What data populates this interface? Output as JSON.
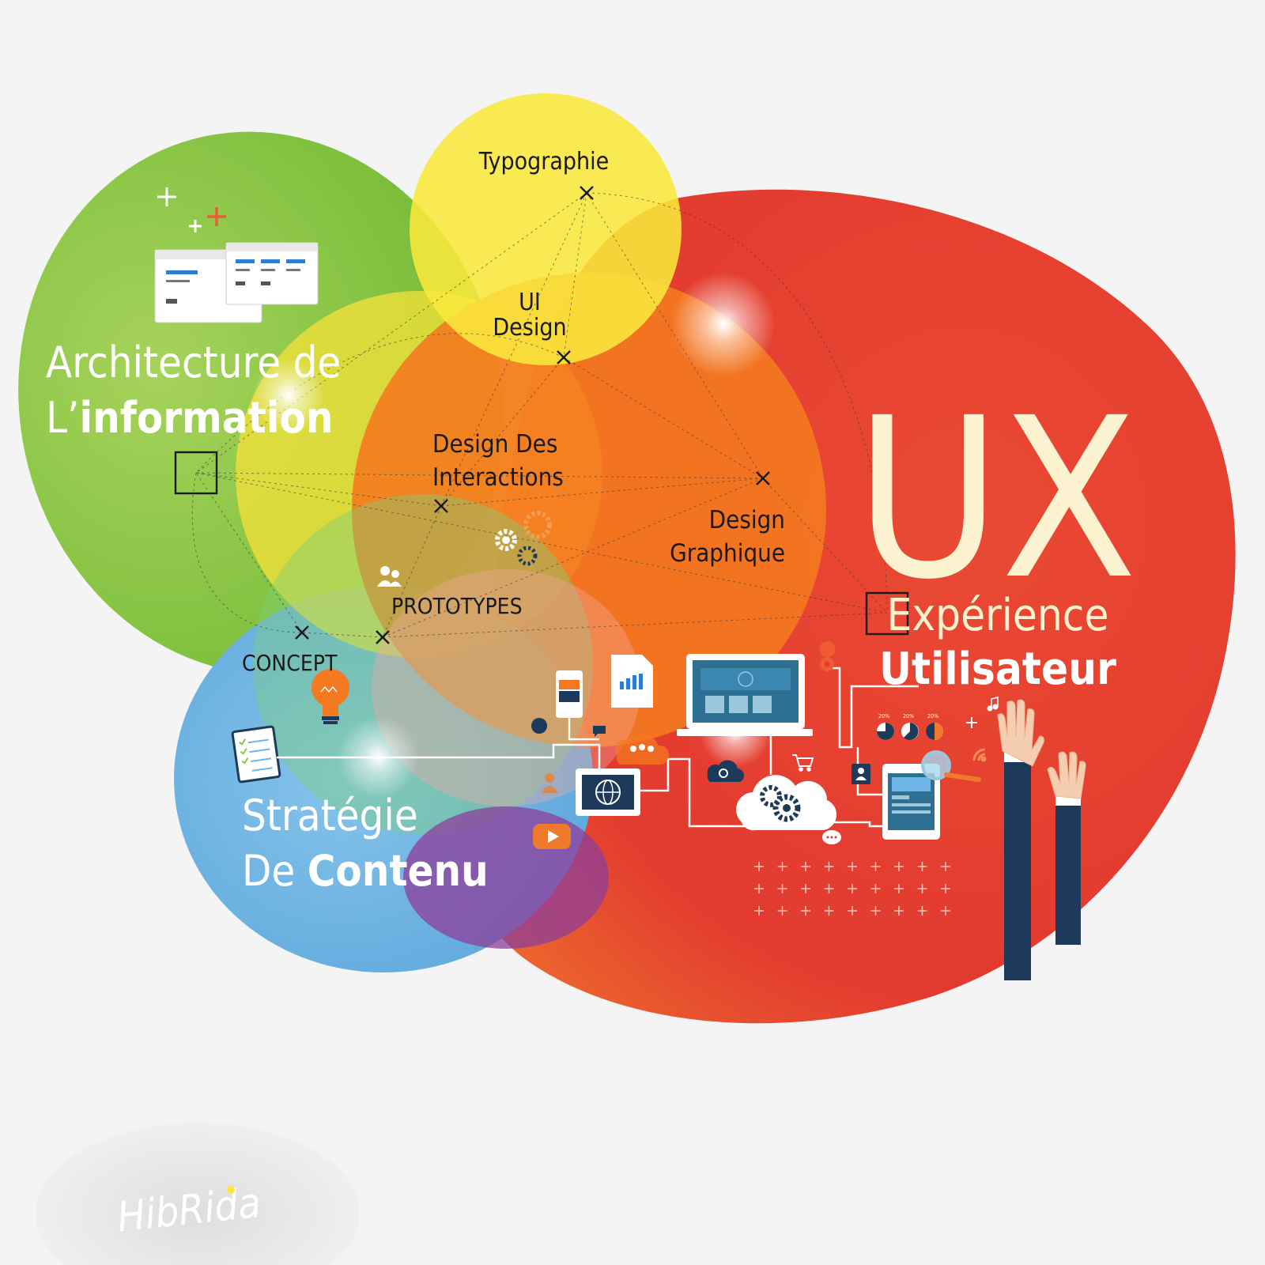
{
  "brand": {
    "logo_text": "HibRida"
  },
  "ux": {
    "letters": "UX",
    "line1": "Expérience",
    "line2": "Utilisateur"
  },
  "areas": {
    "ia": {
      "line1": "Architecture de",
      "line2_light": "L’",
      "line2_bold": "information"
    },
    "content": {
      "line1": "Stratégie",
      "line2_light": "De ",
      "line2_bold": "Contenu"
    },
    "typography": "Typographie",
    "ui_line1": "UI",
    "ui_line2": "Design",
    "interactions_line1": "Design Des",
    "interactions_line2": "Interactions",
    "graphic_line1": "Design",
    "graphic_line2": "Graphique",
    "prototypes": "PROTOTYPES",
    "concept": "CONCEPT"
  },
  "chart_pct": [
    "20%",
    "20%",
    "20%"
  ],
  "colors": {
    "green": "#8cc63f",
    "yellow": "#f7e33a",
    "orange": "#f47920",
    "red": "#e5352c",
    "blue": "#6fb6e6",
    "purple": "#8e3d9b",
    "navy": "#1e3a5a",
    "text_dark": "#1a1a1a",
    "text_light": "#ffffff",
    "ux_text": "#fbf2d0"
  },
  "icons": [
    "plus-icon",
    "browser-window-icon",
    "gear-icon",
    "users-icon",
    "lightbulb-icon",
    "clipboard-checklist-icon",
    "smartphone-icon",
    "document-chart-icon",
    "laptop-icon",
    "location-pin-icon",
    "globe-icon",
    "chat-bubble-icon",
    "cloud-users-icon",
    "shopping-cart-icon",
    "cloud-gear-icon",
    "tablet-globe-icon",
    "play-button-icon",
    "user-card-icon",
    "tablet-icon",
    "magnifier-icon",
    "pie-chart-icon",
    "music-note-icon",
    "wifi-icon",
    "raised-hands-icon"
  ]
}
